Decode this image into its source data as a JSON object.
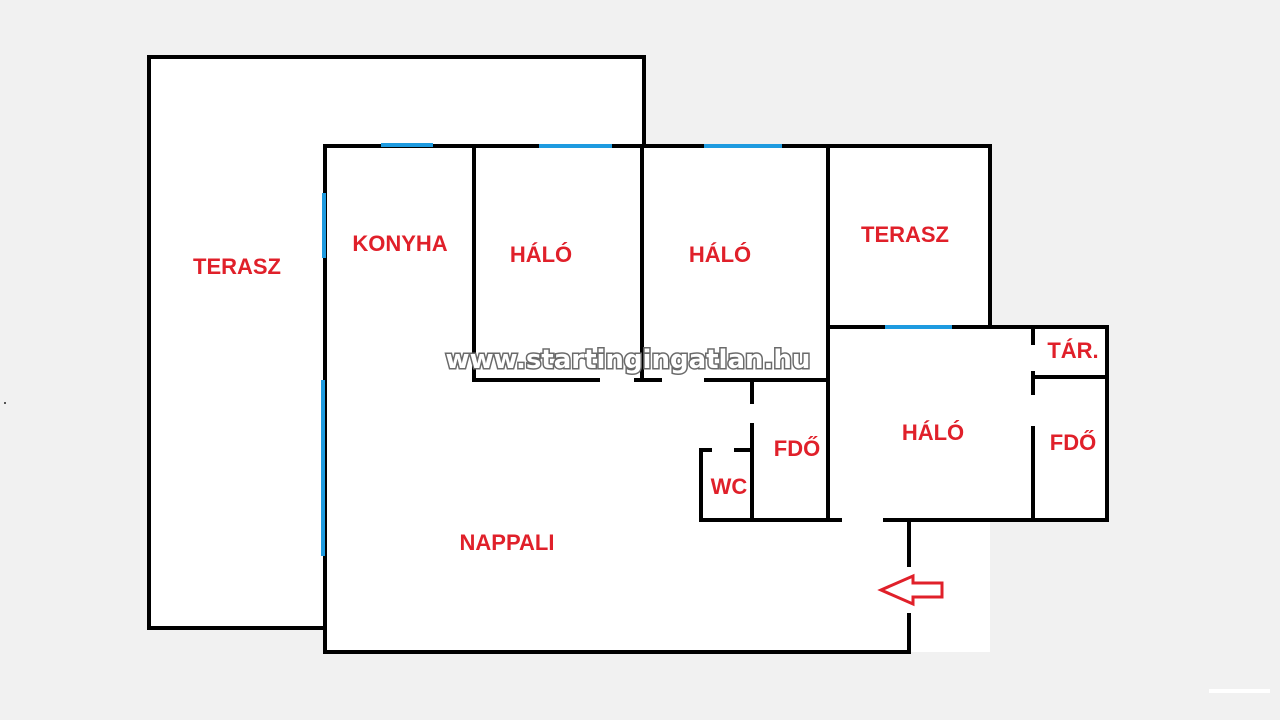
{
  "colors": {
    "background": "#f1f1f1",
    "floor": "#ffffff",
    "wall": "#000000",
    "window": "#1e9be0",
    "label": "#e0202a",
    "entrance_arrow": "#e0202a"
  },
  "rooms": {
    "terasz_west": "TERASZ",
    "konyha": "KONYHA",
    "halo_1": "HÁLÓ",
    "halo_2": "HÁLÓ",
    "terasz_east": "TERASZ",
    "tar": "TÁR.",
    "fdo_1": "FDŐ",
    "halo_3": "HÁLÓ",
    "fdo_2": "FDŐ",
    "wc": "WC",
    "nappali": "NAPPALI"
  },
  "watermark": "www.startingingatlan.hu",
  "icons": {
    "entrance": "entrance-arrow-icon"
  }
}
